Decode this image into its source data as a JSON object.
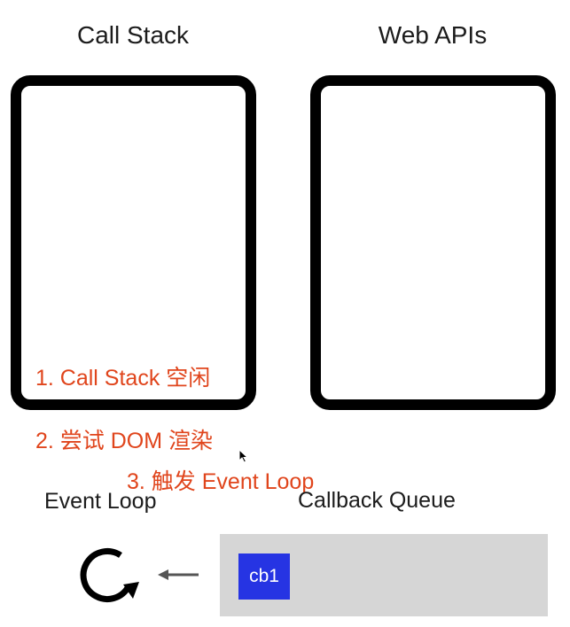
{
  "call_stack": {
    "title": "Call Stack"
  },
  "web_apis": {
    "title": "Web APIs"
  },
  "steps": [
    "1. Call Stack 空闲",
    "2. 尝试 DOM 渲染",
    "3. 触发 Event Loop"
  ],
  "event_loop": {
    "label": "Event Loop",
    "icon": "loop-arrow-icon"
  },
  "callback_queue": {
    "label": "Callback Queue",
    "items": [
      "cb1"
    ]
  },
  "colors": {
    "accent_red": "#e0451c",
    "queue_bg": "#d6d6d6",
    "callback_item": "#2634e3"
  }
}
